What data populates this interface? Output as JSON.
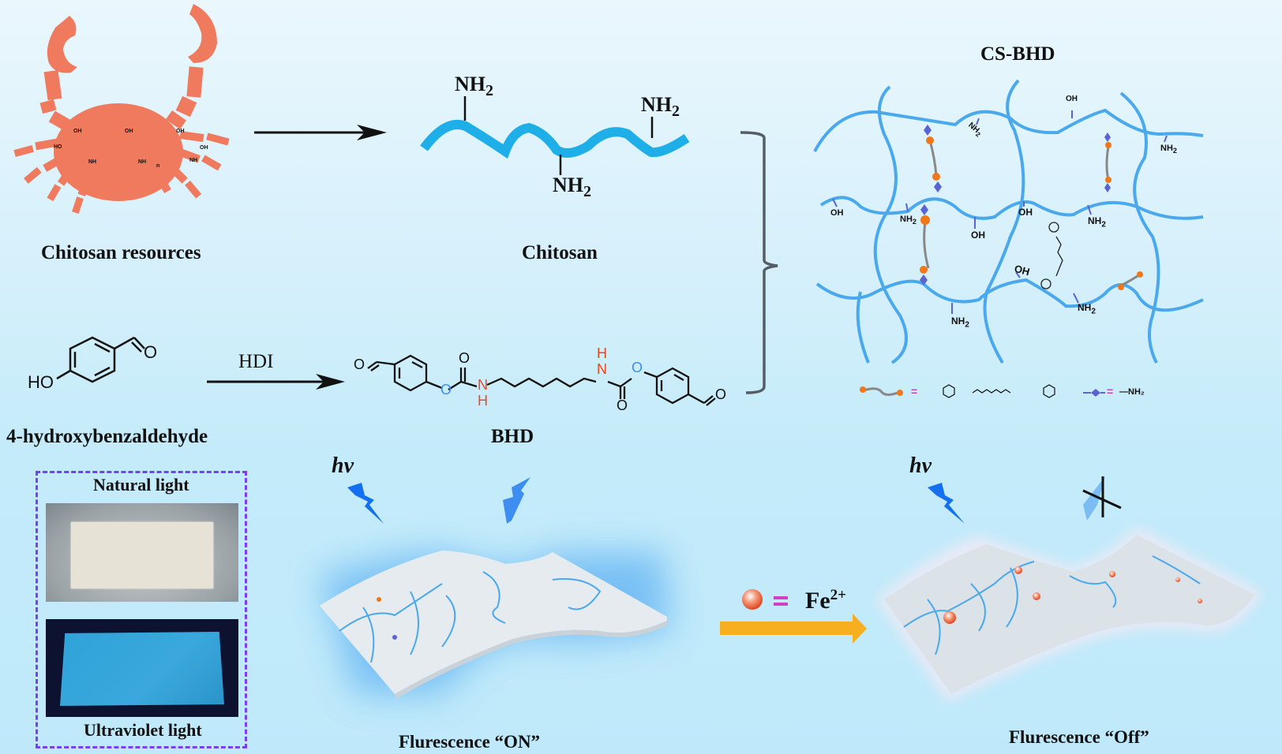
{
  "labels": {
    "chitosan_resources": "Chitosan resources",
    "chitosan": "Chitosan",
    "cs_bhd": "CS-BHD",
    "hydroxybenzaldehyde": "4-hydroxybenzaldehyde",
    "hdi": "HDI",
    "bhd": "BHD",
    "natural_light": "Natural light",
    "ultraviolet_light": "Ultraviolet light",
    "hv_on": "hv",
    "hv_off": "hv",
    "fe_label": "Fe",
    "fe_charge": "2+",
    "fluorescence_on": "Flurescence “ON”",
    "fluorescence_off": "Flurescence “Off”"
  },
  "chem": {
    "nh2": "NH",
    "sub2": "2",
    "oh": "OH",
    "ho": "HO",
    "o": "O",
    "n": "N",
    "h": "H",
    "n_repeat": "n",
    "equals": "=",
    "legend_nh2": "—NH₂"
  },
  "colors": {
    "chain_blue": "#1eaee8",
    "network_blue": "#4aa8ec",
    "crab": "#f07a5e",
    "hetero_red": "#f0461e",
    "hetero_blue": "#3d8ef0",
    "crosslink_orange": "#f07818",
    "amine_purple": "#5b63d4",
    "arrow_orange": "#f7ae1f",
    "dash_purple": "#7b3ff0",
    "bolt_blue": "#1570f0"
  }
}
